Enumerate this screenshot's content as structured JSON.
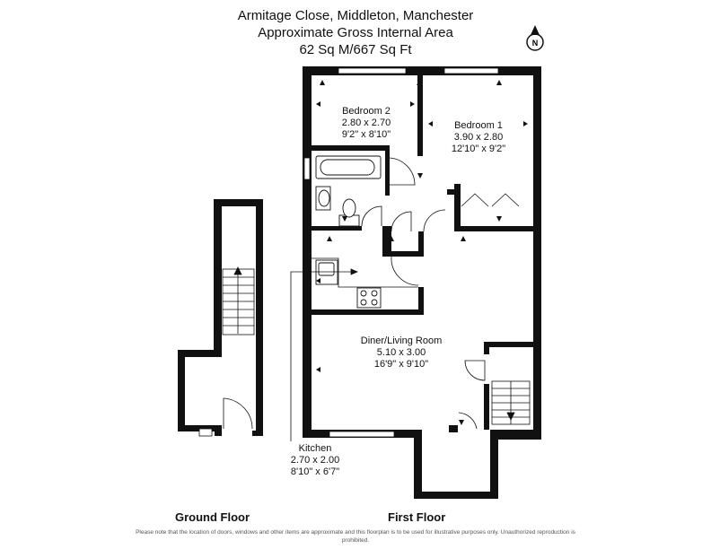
{
  "header": {
    "line1": "Armitage Close, Middleton, Manchester",
    "line2": "Approximate Gross Internal Area",
    "line3": "62 Sq M/667 Sq Ft"
  },
  "compass": {
    "label": "N",
    "icon": "north-arrow-icon"
  },
  "rooms": {
    "bedroom2": {
      "name": "Bedroom 2",
      "metric": "2.80 x 2.70",
      "imperial": "9'2\" x 8'10\""
    },
    "bedroom1": {
      "name": "Bedroom 1",
      "metric": "3.90 x 2.80",
      "imperial": "12'10\" x 9'2\""
    },
    "living": {
      "name": "Diner/Living Room",
      "metric": "5.10 x 3.00",
      "imperial": "16'9\" x 9'10\""
    },
    "kitchen": {
      "name": "Kitchen",
      "metric": "2.70 x 2.00",
      "imperial": "8'10\" x 6'7\""
    }
  },
  "floors": {
    "ground": "Ground Floor",
    "first": "First Floor"
  },
  "disclaimer": "Please note that the location of doors, windows and other items are approximate and this floorplan is to be used for illustrative purposes only. Unauthorized reproduction is prohibited.",
  "colors": {
    "wall": "#111111",
    "background": "#ffffff"
  }
}
